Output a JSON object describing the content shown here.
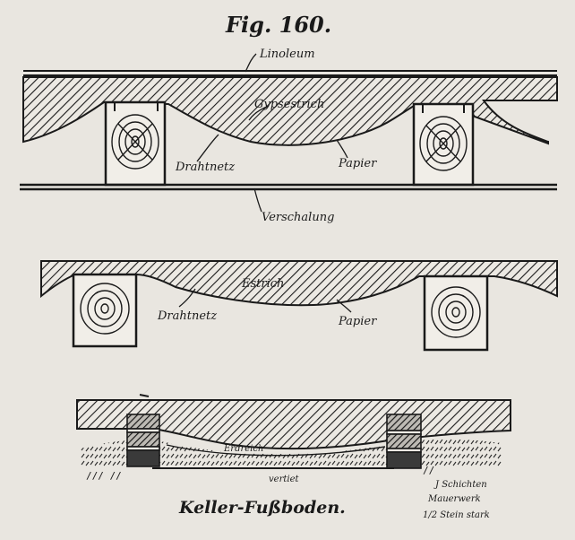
{
  "figure": {
    "title": "Fig. 160."
  },
  "section_1": {
    "labels": {
      "linoleum": "Linoleum",
      "gypsum_screed": "Gypsestrich",
      "wire_mesh": "Drahtnetz",
      "paper": "Papier",
      "formwork": "Verschalung"
    }
  },
  "section_2": {
    "labels": {
      "screed": "Estrich",
      "wire_mesh": "Drahtnetz",
      "paper": "Papier"
    }
  },
  "section_3": {
    "labels": {
      "ground": "Erdreich",
      "bottom": "vertiet",
      "note_line_1": "J Schichten",
      "note_line_2": "Mauerwerk",
      "note_line_3": "1/2 Stein stark"
    },
    "caption": "Keller-Fußboden."
  }
}
